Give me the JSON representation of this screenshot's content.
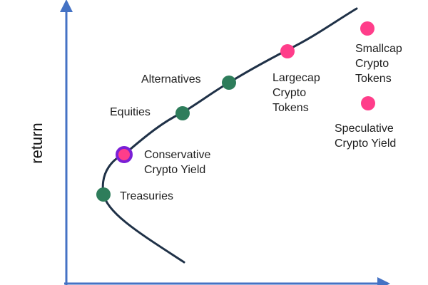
{
  "axes": {
    "y_label": "return",
    "axis_color": "#4472c4"
  },
  "frontier": {
    "color": "#1f3147"
  },
  "points": [
    {
      "id": "treasuries",
      "label": "Treasuries",
      "color": "#2e7d5b",
      "kind": "traditional"
    },
    {
      "id": "conservative-crypto-yield",
      "label": "Conservative\nCrypto Yield",
      "color": "#ff3d8a",
      "ring_color": "#7a1fd6",
      "kind": "crypto"
    },
    {
      "id": "equities",
      "label": "Equities",
      "color": "#2e7d5b",
      "kind": "traditional"
    },
    {
      "id": "alternatives",
      "label": "Alternatives",
      "color": "#2e7d5b",
      "kind": "traditional"
    },
    {
      "id": "largecap-crypto-tokens",
      "label": "Largecap\nCrypto\nTokens",
      "color": "#ff3d8a",
      "kind": "crypto"
    },
    {
      "id": "smallcap-crypto-tokens",
      "label": "Smallcap\nCrypto\nTokens",
      "color": "#ff3d8a",
      "kind": "crypto"
    },
    {
      "id": "speculative-crypto-yield",
      "label": "Speculative\nCrypto Yield",
      "color": "#ff3d8a",
      "kind": "crypto"
    }
  ]
}
